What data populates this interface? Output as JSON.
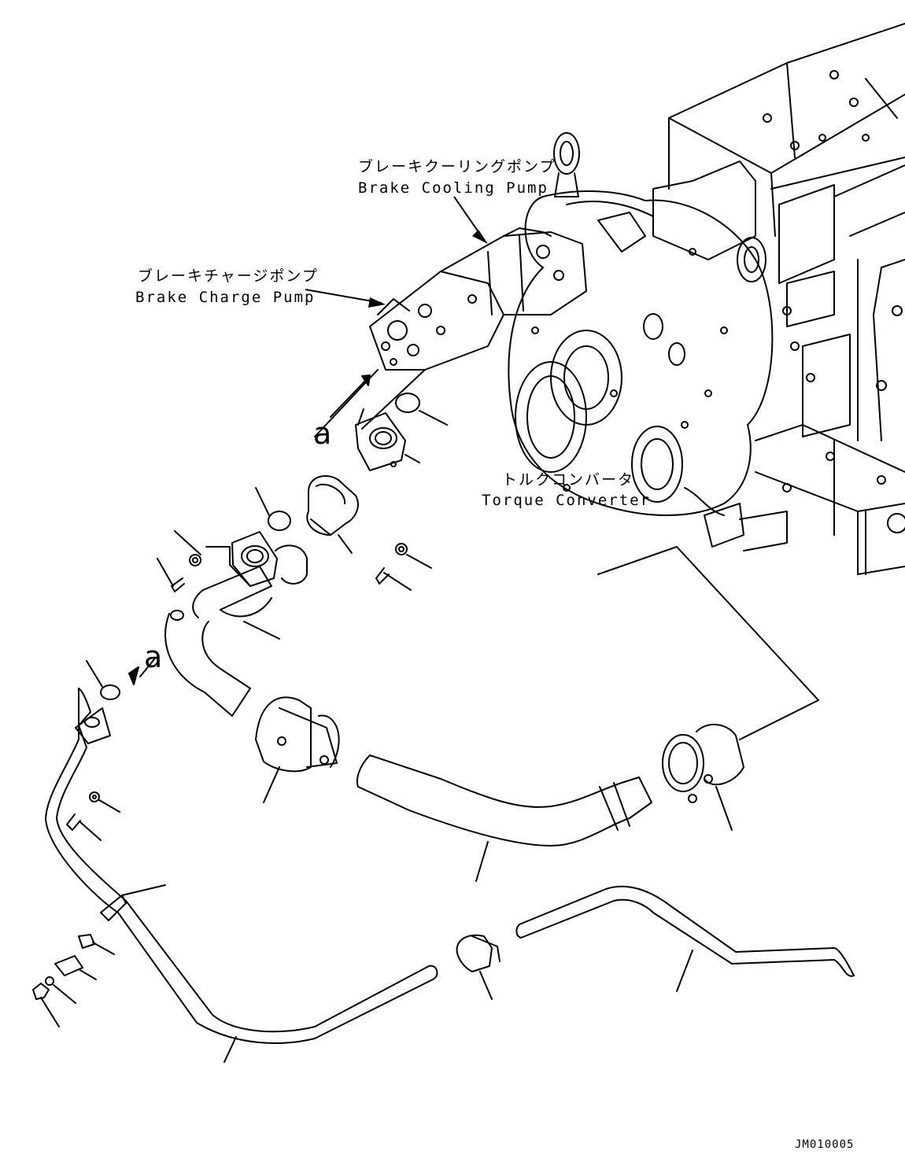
{
  "labels": {
    "brake_cooling_pump_jp": "ブレーキクーリングポンプ",
    "brake_cooling_pump_en": "Brake Cooling Pump",
    "brake_charge_pump_jp": "ブレーキチャージポンプ",
    "brake_charge_pump_en": "Brake Charge Pump",
    "torque_converter_jp": "トルクコンバータ",
    "torque_converter_en": "Torque Converter",
    "callout_a": "a",
    "drawing_code": "JM010005"
  }
}
